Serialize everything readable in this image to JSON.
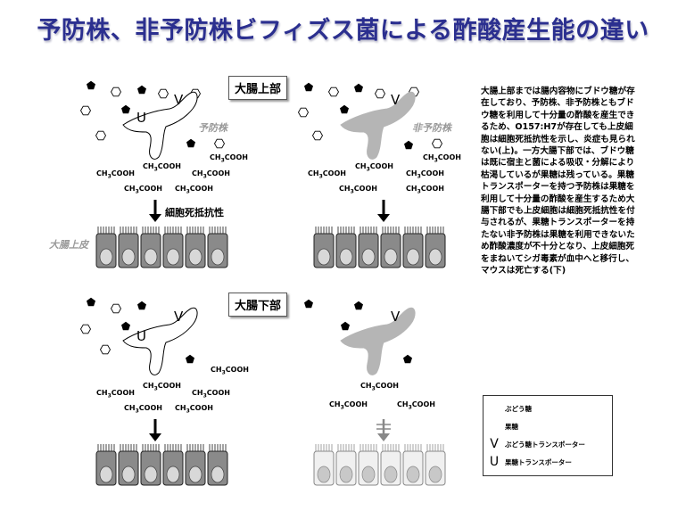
{
  "title": "予防株、非予防株ビフィズス菌による酢酸産生能の違い",
  "labels": {
    "upper_section": "大腸上部",
    "lower_section": "大腸下部",
    "protective_strain": "予防株",
    "nonprotective_strain": "非予防株",
    "resistance": "細胞死抵抗性",
    "epithelium": "大腸上皮",
    "transporter_v": "V",
    "transporter_u": "U"
  },
  "acetate": {
    "upper_left": [
      "CH3COOH",
      "CH3COOH",
      "CH3COOH",
      "CH3COOH",
      "CH3COOH"
    ],
    "upper_right": [
      "CH3COOH",
      "CH3COOH",
      "CH3COOH",
      "CH3COOH",
      "CH3COOH"
    ],
    "lower_left": [
      "CH3COOH",
      "CH3COOH",
      "CH3COOH",
      "CH3COOH",
      "CH3COOH",
      "CH3COOH"
    ],
    "lower_right": [
      "CH3COOH",
      "CH3COOH",
      "CH3COOH"
    ]
  },
  "description": "大腸上部までは腸内容物にブドウ糖が存在しており、予防株、非予防株ともブドウ糖を利用して十分量の酢酸を産生できるため、O157:H7が存在しても上皮細胞は細胞死抵抗性を示し、炎症も見られない(上)。一方大腸下部では、ブドウ糖は既に宿主と菌による吸収・分解により枯渇しているが果糖は残っている。果糖トランスポーターを持つ予防株は果糖を利用して十分量の酢酸を産生するため大腸下部でも上皮細胞は細胞死抵抗性を付与されるが、果糖トランスポーターを持たない非予防株は果糖を利用できないため酢酸濃度が不十分となり、上皮細胞死をまねいてシガ毒素が血中へと移行し、マウスは死亡する(下)",
  "legend": [
    {
      "icon": "hexagon-icon",
      "label": "ぶどう糖"
    },
    {
      "icon": "pentagon-icon",
      "label": "果糖"
    },
    {
      "icon": "V",
      "label": "ぶどう糖トランスポーター"
    },
    {
      "icon": "U",
      "label": "果糖トランスポーター"
    }
  ],
  "colors": {
    "title": "#2b2f8f",
    "bacterium_protective": "#ffffff",
    "bacterium_nonprotective": "#b5b5b5",
    "cell_healthy": "#8a8a8a",
    "cell_dead": "#e2e2e2"
  }
}
